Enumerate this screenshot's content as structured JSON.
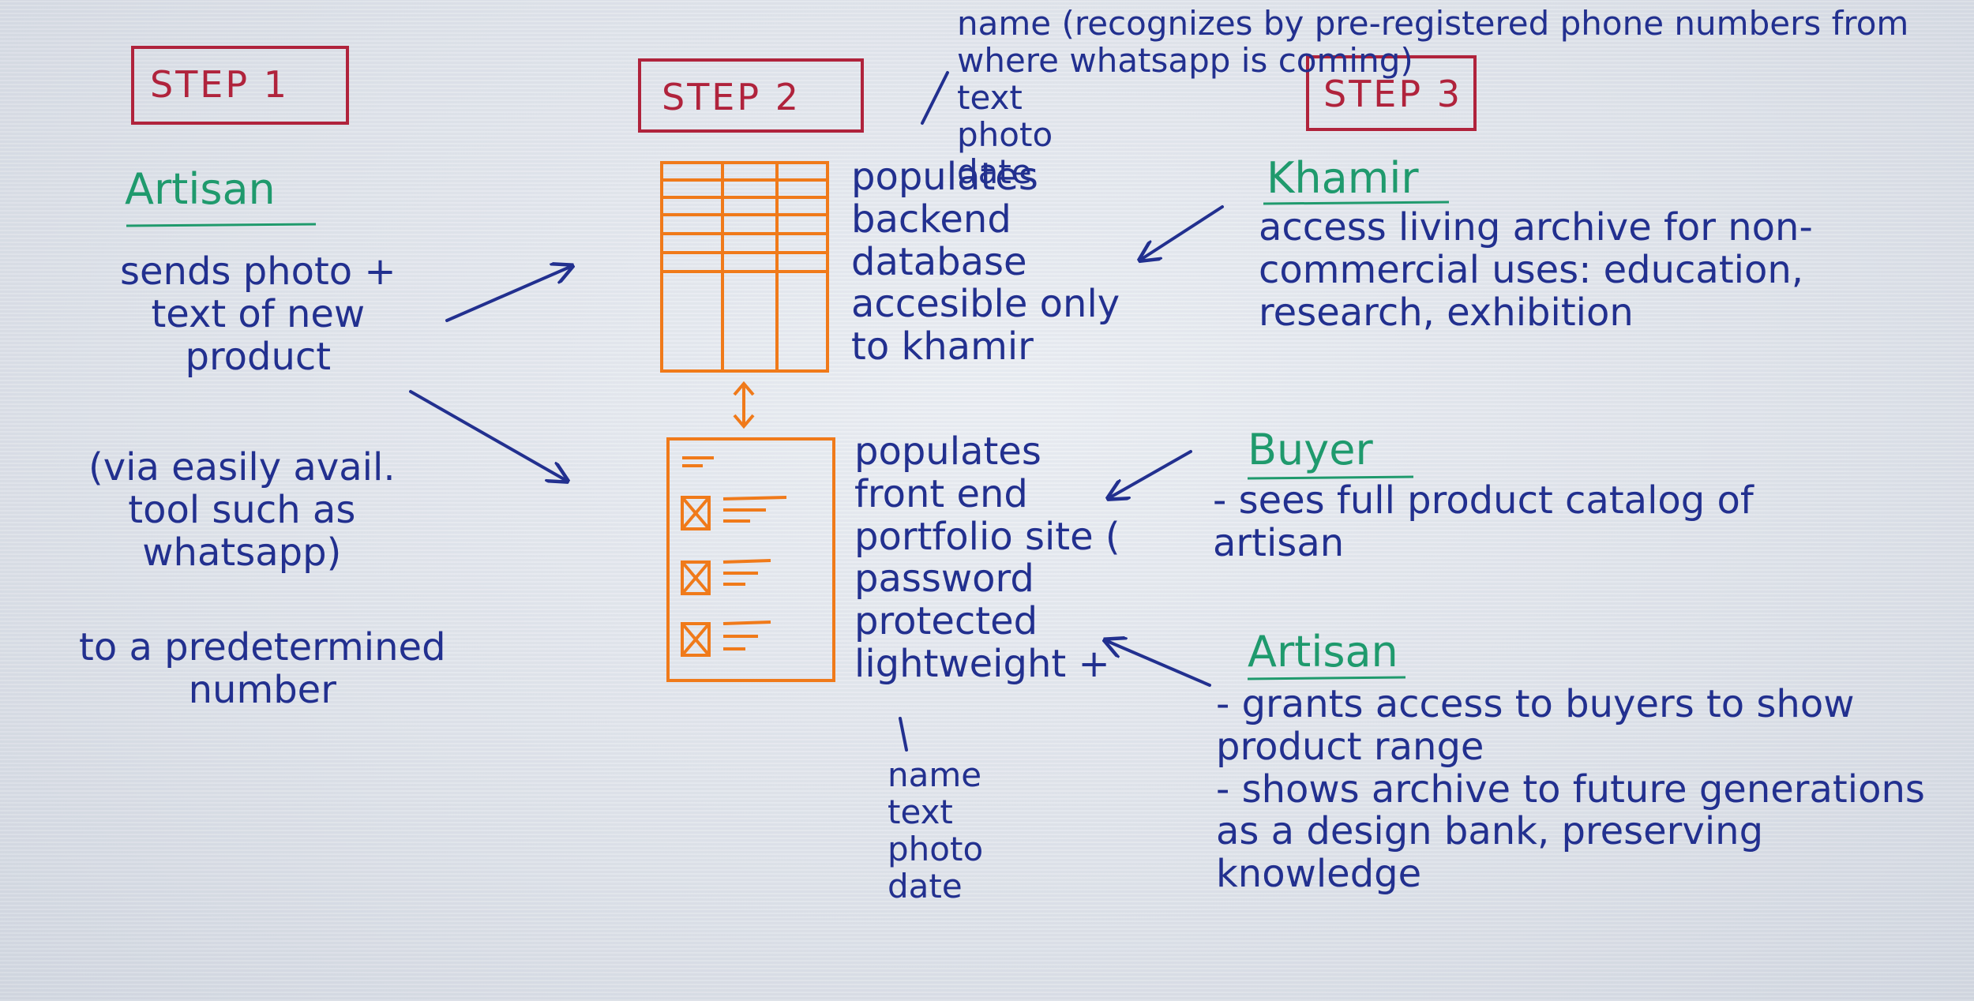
{
  "steps": {
    "step1": "STEP 1",
    "step2": "STEP 2",
    "step3": "STEP 3"
  },
  "step1": {
    "role": "Artisan",
    "action": "sends photo +\ntext of new\nproduct",
    "via": "(via easily avail.\ntool such as\nwhatsapp)",
    "to": "to a predetermined\nnumber"
  },
  "step2": {
    "fields_top": "name (recognizes by pre-registered phone numbers from\nwhere whatsapp is coming)\ntext\nphoto\ndate",
    "backend": "populates\nbackend\ndatabase\naccesible only\nto khamir",
    "frontend": "populates\nfront end\nportfolio site (\npassword\nprotected\nlightweight +",
    "fields_bottom": "name\ntext\nphoto\ndate"
  },
  "step3": {
    "khamir_title": "Khamir",
    "khamir_body": "access living archive for non-\ncommercial uses: education,\nresearch, exhibition",
    "buyer_title": "Buyer",
    "buyer_body": "- sees full product catalog of\nartisan",
    "artisan_title": "Artisan",
    "artisan_body": "- grants access to buyers to show\nproduct range\n- shows archive to future generations\nas a design bank, preserving\nknowledge"
  },
  "colors": {
    "ink_blue": "#22308f",
    "ink_green": "#1f9a6d",
    "ink_red": "#b0233c",
    "ink_orange": "#f07a1a"
  }
}
